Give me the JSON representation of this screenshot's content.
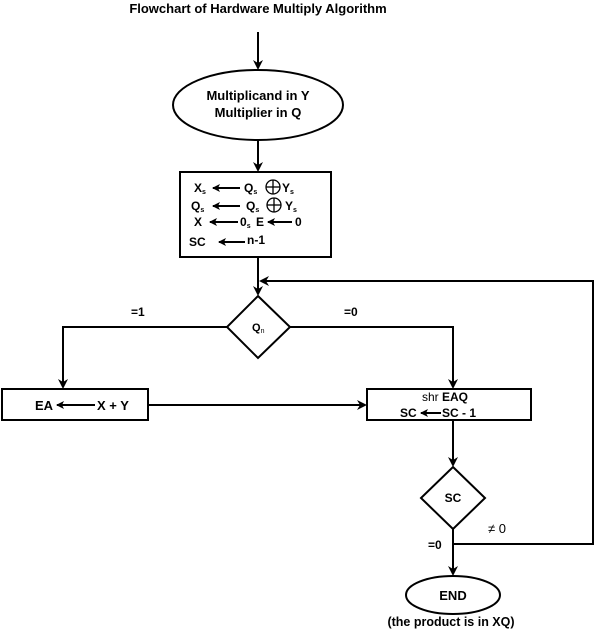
{
  "title": "Flowchart of Hardware Multiply Algorithm",
  "start": {
    "line1": "Multiplicand in Y",
    "line2": "Multiplier in Q"
  },
  "init": {
    "row1": {
      "lhs": "X",
      "lhs_sub": "s",
      "rhs1": "Q",
      "rhs1_sub": "s",
      "op": "⊕",
      "rhs2": "Y",
      "rhs2_sub": "s"
    },
    "row2": {
      "lhs": "Q",
      "lhs_sub": "s",
      "rhs1": "Q",
      "rhs1_sub": "s",
      "op": "⊕",
      "rhs2": "Y",
      "rhs2_sub": "s"
    },
    "row3": {
      "lhs": "X",
      "rhs1": "0",
      "rhs1_sub": "s",
      "rhs2": "E",
      "rhs3": "0"
    },
    "row4": {
      "lhs": "SC",
      "rhs": "n-1"
    }
  },
  "decision_qn": {
    "label": "Q",
    "label_sub": "n",
    "left_label": "=1",
    "right_label": "=0"
  },
  "add_box": {
    "lhs": "EA",
    "rhs": "X + Y"
  },
  "shift_box": {
    "line1_a": "shr ",
    "line1_b": "EAQ",
    "line2_lhs": "SC",
    "line2_rhs": "SC - 1"
  },
  "decision_sc": {
    "label": "SC",
    "zero_label": "=0",
    "nonzero_label": "≠ 0"
  },
  "end": {
    "label": "END",
    "note": "(the product is in XQ)"
  }
}
